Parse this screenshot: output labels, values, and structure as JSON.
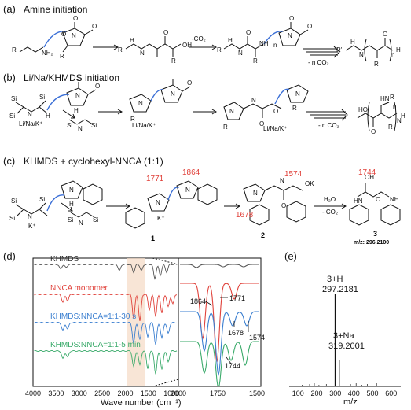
{
  "panels": {
    "a": {
      "label": "(a)",
      "title": "Amine initiation",
      "co2": "-CO₂",
      "nco2": "- n CO₂"
    },
    "b": {
      "label": "(b)",
      "title": "Li/Na/KHMDS initiation",
      "counterion": "Li/Na/K⁺",
      "nco2": "- n CO₂"
    },
    "c": {
      "label": "(c)",
      "title": "KHMDS + cyclohexyl-NNCA (1:1)",
      "peaks": [
        "1771",
        "1864",
        "1574",
        "1744",
        "1678"
      ],
      "compounds": [
        "1",
        "2",
        "3"
      ],
      "h2o": "H₂O",
      "co2": "- CO₂",
      "mz_label": "m/z: 296.2100",
      "k_plus": "K⁺",
      "ok_label": "OK"
    },
    "d": {
      "label": "(d)",
      "traces": [
        "KHMDS",
        "NNCA monomer",
        "KHMDS:NNCA=1:1-30 s",
        "KHMDS:NNCA=1:1-5 min"
      ],
      "trace_colors": [
        "#555555",
        "#e0413a",
        "#3b7fd0",
        "#3aaa6a"
      ],
      "x_ticks_main": [
        "4000",
        "3500",
        "3000",
        "2500",
        "2000",
        "1500",
        "1000"
      ],
      "x_ticks_zoom": [
        "2000",
        "1750",
        "1500"
      ],
      "x_axis_label": "Wave number (cm⁻¹)",
      "zoom_annotations": [
        "1864",
        "1771",
        "1678",
        "1574",
        "1744"
      ]
    },
    "e": {
      "label": "(e)",
      "peak1_label": "3+H",
      "peak1_value": "297.2181",
      "peak2_label": "3+Na",
      "peak2_value": "319.2001",
      "x_ticks": [
        "100",
        "200",
        "300",
        "400",
        "500",
        "600"
      ],
      "x_axis_label": "m/z"
    }
  },
  "chart_data": [
    {
      "type": "line",
      "xlabel": "Wave number (cm⁻¹)",
      "xlim": [
        4000,
        1000
      ],
      "series": [
        {
          "name": "KHMDS"
        },
        {
          "name": "NNCA monomer"
        },
        {
          "name": "KHMDS:NNCA=1:1-30 s"
        },
        {
          "name": "KHMDS:NNCA=1:1-5 min"
        }
      ]
    },
    {
      "type": "bar",
      "xlabel": "m/z",
      "xlim": [
        50,
        650
      ],
      "x": [
        297.2181,
        319.2001
      ],
      "values": [
        1.0,
        0.28
      ]
    }
  ]
}
